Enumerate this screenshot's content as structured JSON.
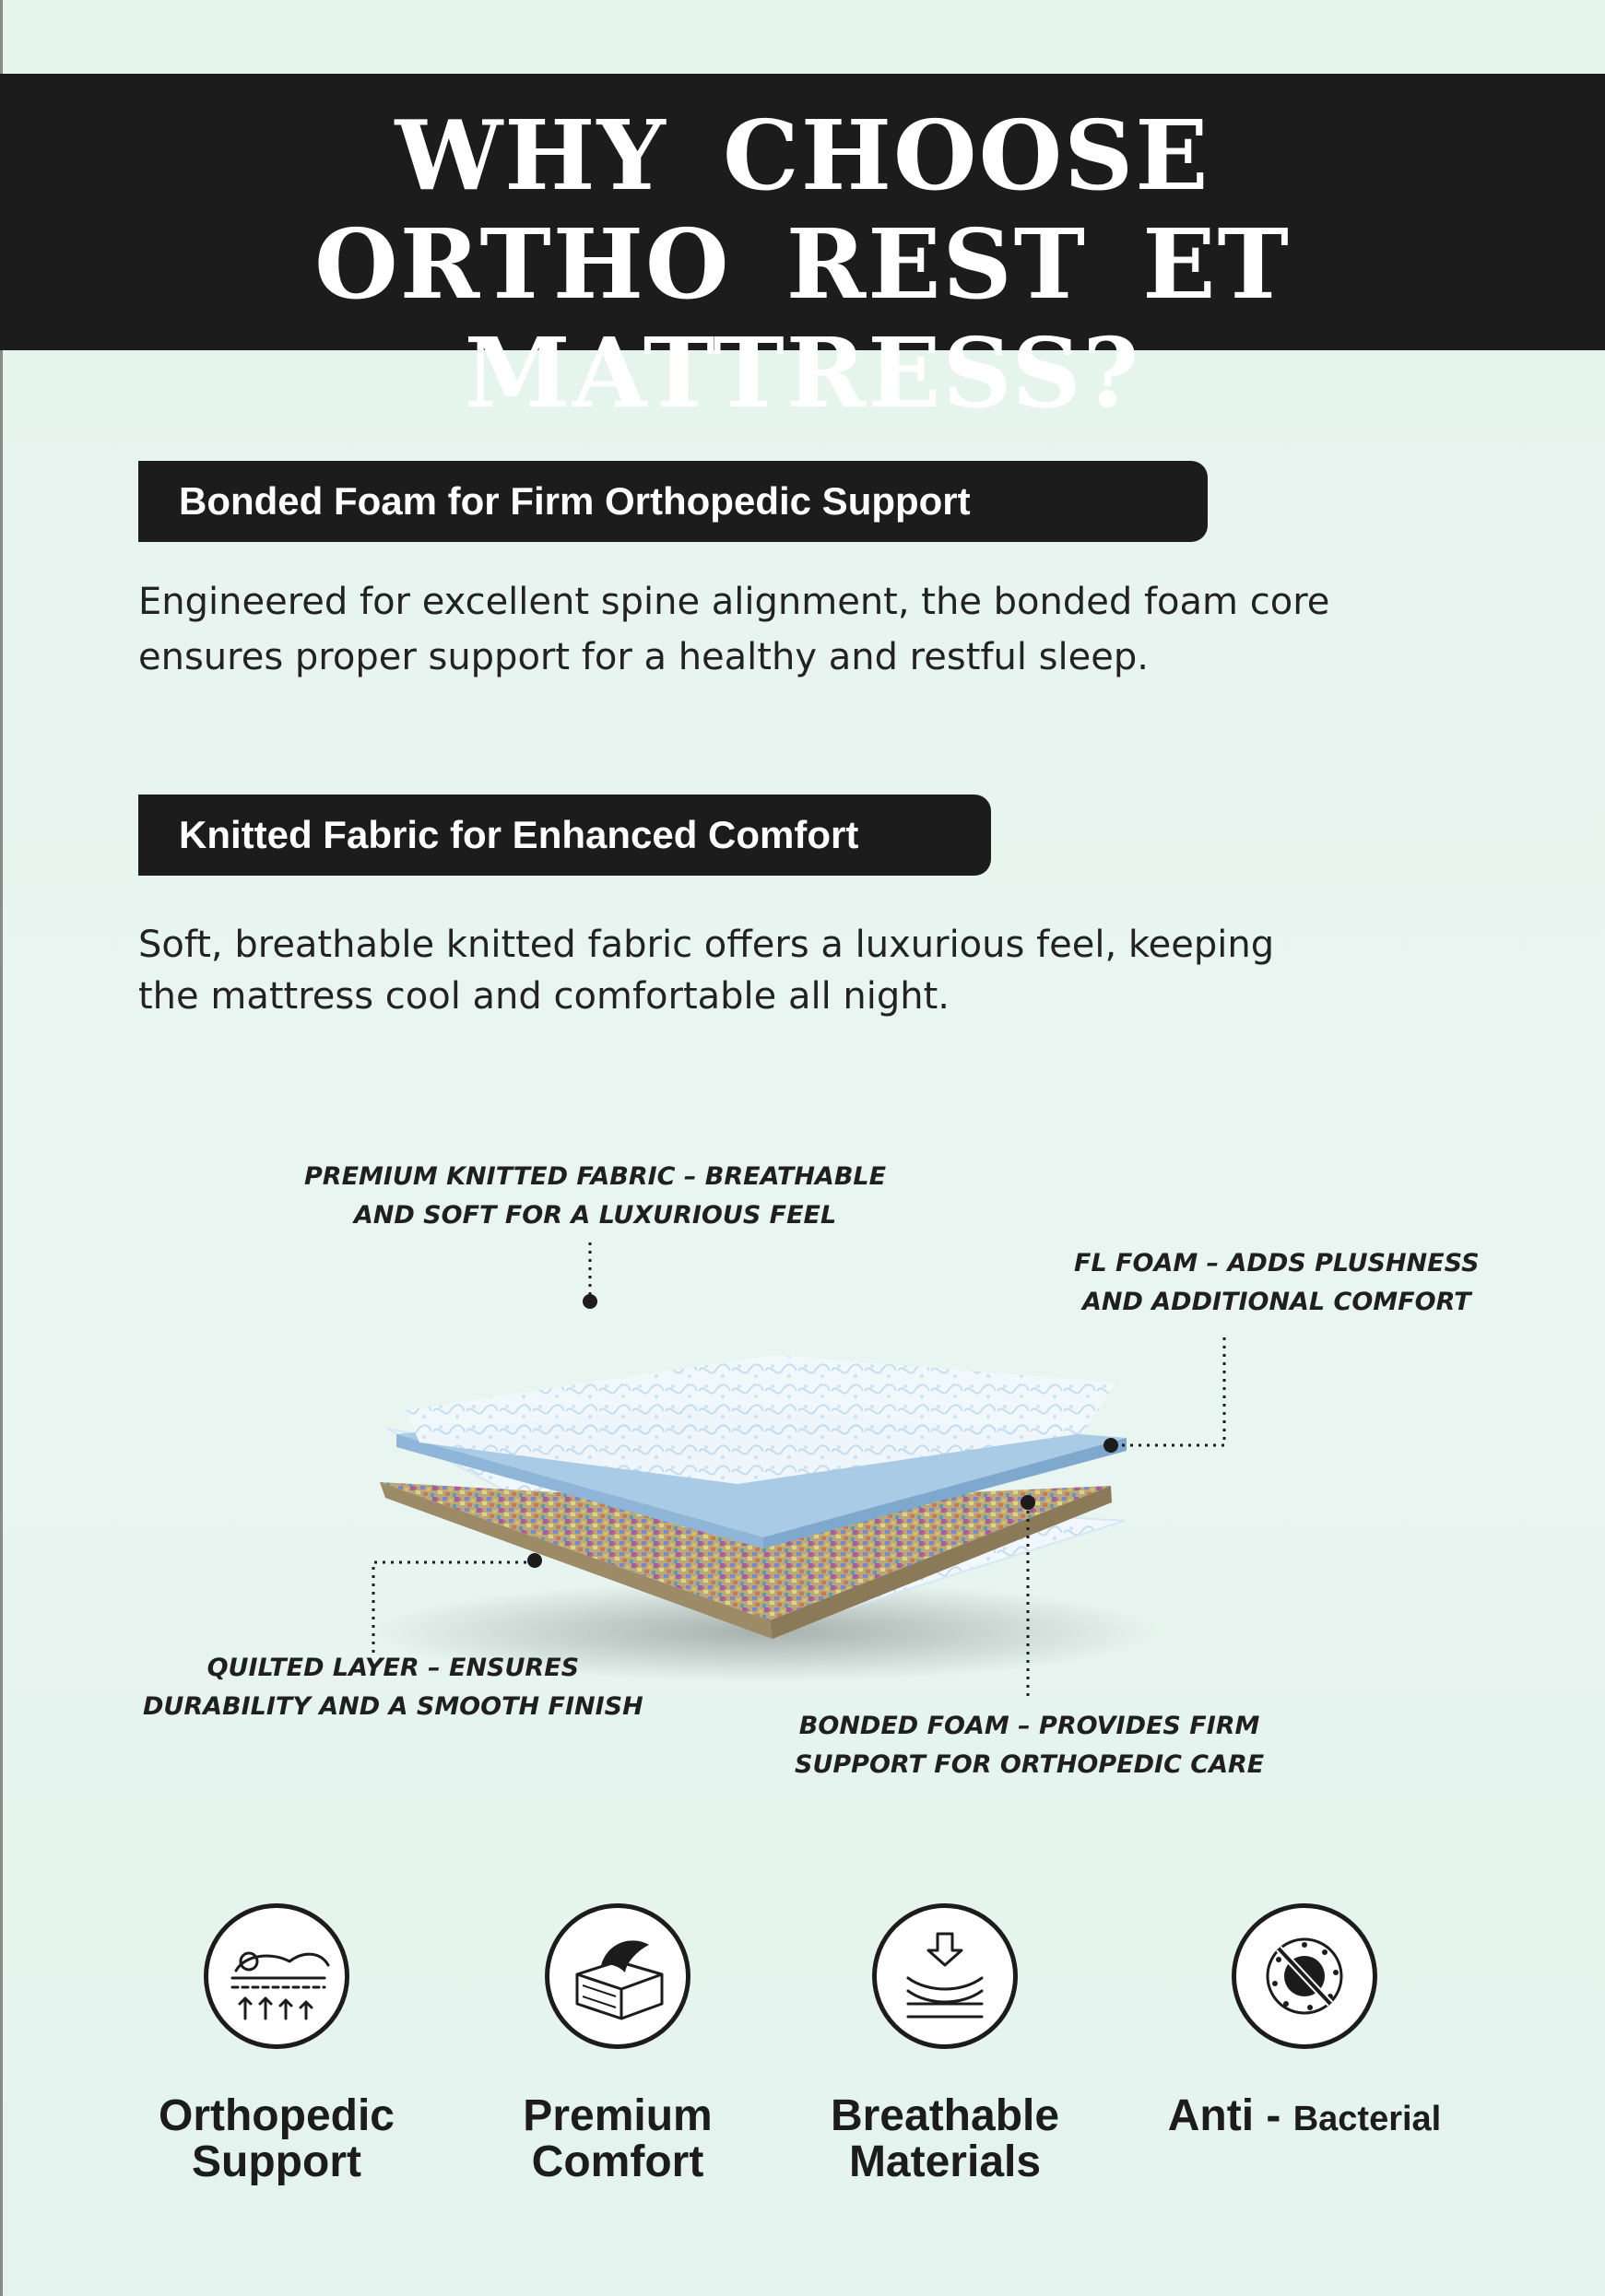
{
  "header": {
    "line1": "WHY CHOOSE",
    "line2": "ORTHO REST ET MATTRESS?"
  },
  "sections": [
    {
      "title": "Bonded Foam for Firm Orthopedic Support",
      "lines": [
        "Engineered for excellent spine alignment, the bonded foam core",
        "ensures proper support for a healthy and restful sleep."
      ]
    },
    {
      "title": "Knitted Fabric for Enhanced Comfort",
      "lines": [
        "Soft, breathable knitted fabric offers a luxurious feel, keeping",
        "the mattress cool and comfortable all night."
      ]
    }
  ],
  "layers": {
    "fabric": [
      "PREMIUM KNITTED FABRIC – BREATHABLE",
      "AND SOFT FOR A LUXURIOUS FEEL"
    ],
    "fl_foam": [
      "FL FOAM – ADDS PLUSHNESS",
      "AND ADDITIONAL COMFORT"
    ],
    "quilted": [
      "QUILTED LAYER – ENSURES",
      "DURABILITY AND A SMOOTH FINISH"
    ],
    "bonded": [
      "BONDED FOAM – PROVIDES FIRM",
      "SUPPORT FOR ORTHOPEDIC CARE"
    ]
  },
  "features": [
    {
      "icon": "orthopedic-support-icon",
      "lines": [
        "Orthopedic",
        "Support"
      ]
    },
    {
      "icon": "premium-comfort-icon",
      "lines": [
        "Premium",
        "Comfort"
      ]
    },
    {
      "icon": "breathable-materials-icon",
      "lines": [
        "Breathable",
        "Materials"
      ]
    },
    {
      "icon": "anti-bacterial-icon",
      "main": "Anti -",
      "small": "Bacterial"
    }
  ],
  "colors": {
    "background": "#e6f4ee",
    "dark": "#1c1c1c",
    "fl_foam": "#a9cbe6"
  }
}
